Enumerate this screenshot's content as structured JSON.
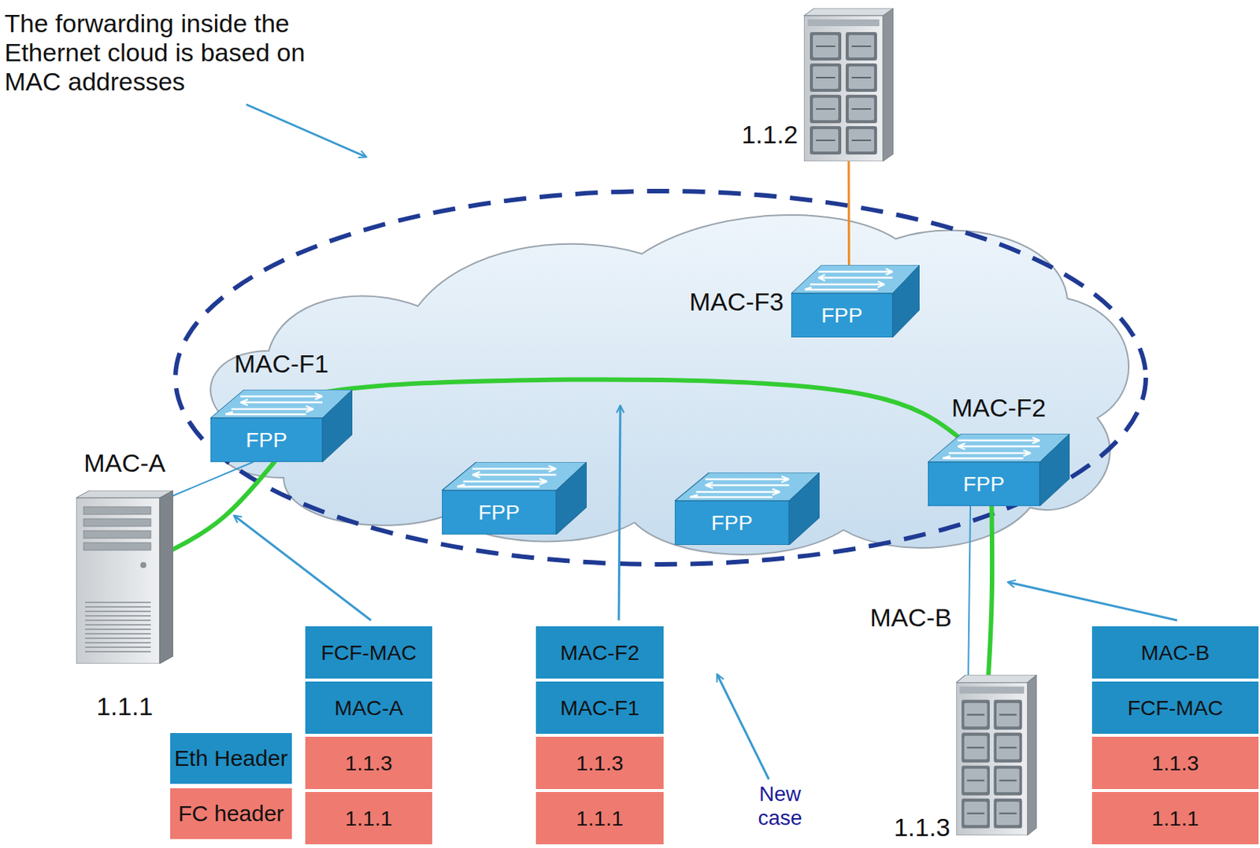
{
  "diagram": {
    "nodes": [
      {
        "text": [
          "1.1.2"
        ]
      },
      {
        "text": [
          "MAC-F3",
          "FPP"
        ]
      },
      {
        "text": [
          "MAC-F1",
          "FPP"
        ]
      },
      {
        "text": [
          "MAC-F2",
          "FPP"
        ]
      },
      {
        "text": [
          "FPP"
        ]
      },
      {
        "text": [
          "FPP"
        ]
      },
      {
        "text": [
          "MAC-A",
          "1.1.1"
        ]
      },
      {
        "text": [
          "FCF-MAC",
          "MAC-A",
          "1.1.3",
          "1.1.1"
        ]
      },
      {
        "text": [
          "MAC-F2",
          "MAC-F1",
          "1.1.3",
          "1.1.1"
        ]
      },
      {
        "text": [
          "MAC-B",
          "1.1.3"
        ]
      },
      {
        "text": [
          "MAC-B",
          "FCF-MAC",
          "1.1.3",
          "1.1.1"
        ]
      }
    ],
    "edges": [
      {
        "from": 0,
        "to": 1,
        "arrow": "none"
      },
      {
        "from": 6,
        "to": 2,
        "arrow": "none"
      },
      {
        "from": 6,
        "to": 2,
        "arrow": "none"
      },
      {
        "from": 2,
        "to": 3,
        "arrow": "none"
      },
      {
        "from": 3,
        "to": 9,
        "arrow": "none"
      },
      {
        "from": 3,
        "to": 9,
        "arrow": "none"
      }
    ],
    "labels": [
      "The forwarding inside the Ethernet cloud is based on MAC addresses",
      "New case"
    ],
    "legend": [
      {
        "text": "Eth Header",
        "color": "#1f8fc6"
      },
      {
        "text": "FC header",
        "color": "#ef7a70"
      }
    ]
  }
}
